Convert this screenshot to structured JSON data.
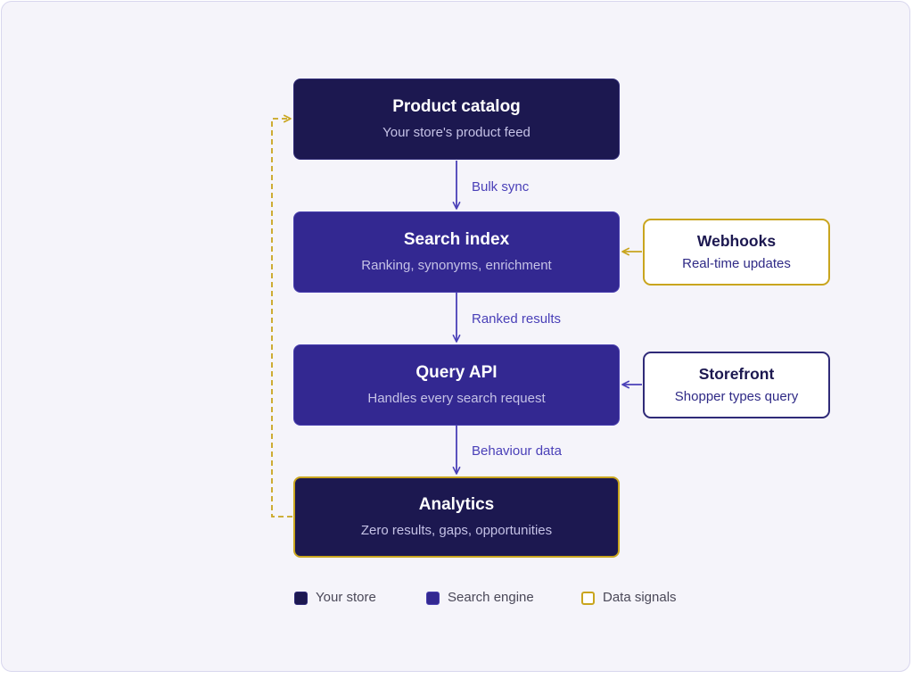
{
  "nodes": {
    "catalog": {
      "title": "Product catalog",
      "subtitle": "Your store's product feed"
    },
    "index": {
      "title": "Search index",
      "subtitle": "Ranking, synonyms, enrichment"
    },
    "api": {
      "title": "Query API",
      "subtitle": "Handles every search request"
    },
    "analytics": {
      "title": "Analytics",
      "subtitle": "Zero results, gaps, opportunities"
    },
    "webhooks": {
      "title": "Webhooks",
      "subtitle": "Real-time updates"
    },
    "storefront": {
      "title": "Storefront",
      "subtitle": "Shopper types query"
    }
  },
  "edges": {
    "catalog_to_index": "Bulk sync",
    "index_to_api": "Ranked results",
    "api_to_analytics": "Behaviour data"
  },
  "legend": [
    {
      "label": "Your store",
      "color": "#1c1850"
    },
    {
      "label": "Search engine",
      "color": "#332891"
    },
    {
      "label": "Data signals",
      "color": "#c9a51e"
    }
  ],
  "colors": {
    "your_store": "#1c1850",
    "search_engine": "#332891",
    "data_signals": "#c9a51e",
    "arrow": "#4a40b8"
  }
}
